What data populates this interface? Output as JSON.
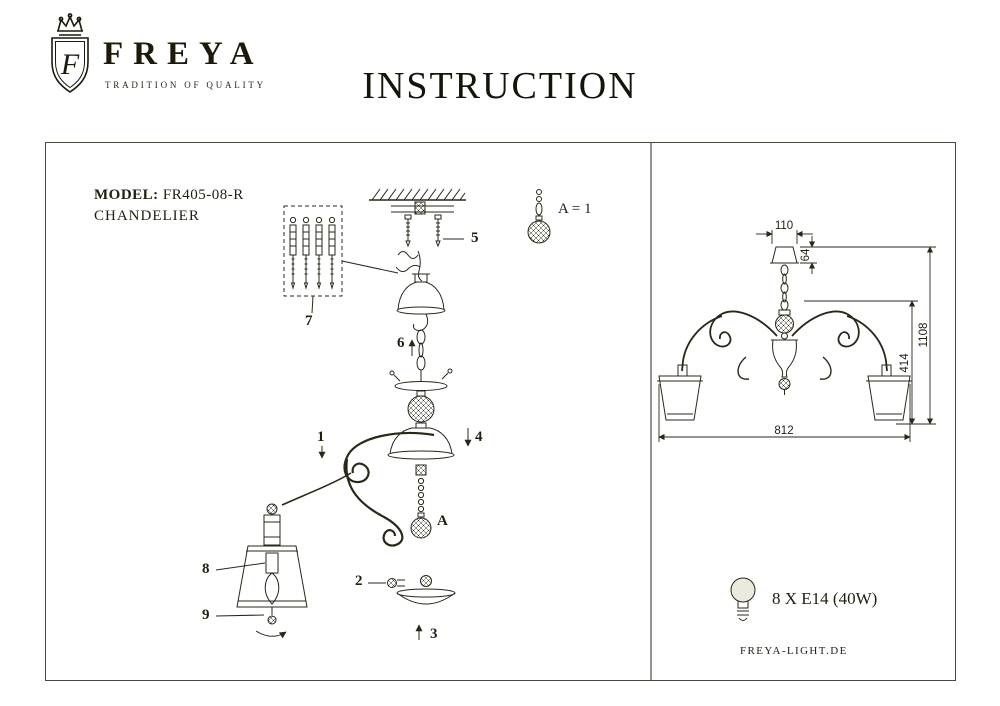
{
  "header": {
    "brand": "FREYA",
    "tagline": "TRADITION OF QUALITY",
    "crest_letter": "F",
    "title": "INSTRUCTION"
  },
  "model": {
    "label": "MODEL:",
    "value": "FR405-08-R",
    "type": "CHANDELIER"
  },
  "exploded": {
    "crystal_note": "A = 1",
    "part_labels": {
      "n1": "1",
      "n2": "2",
      "n3": "3",
      "n4": "4",
      "n5": "5",
      "n6": "6",
      "n7": "7",
      "n8": "8",
      "n9": "9",
      "nA": "A"
    }
  },
  "dimensions": {
    "top_width": "110",
    "canopy_height": "64",
    "overall_height": "1108",
    "body_height": "414",
    "overall_width": "812"
  },
  "footer": {
    "bulb_spec": "8 X E14 (40W)",
    "website": "FREYA-LIGHT.DE"
  },
  "colors": {
    "ink": "#221f10",
    "background": "#ffffff"
  }
}
